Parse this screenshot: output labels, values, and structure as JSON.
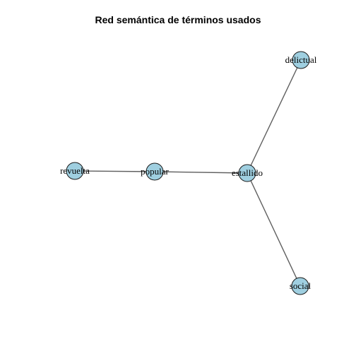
{
  "title": "Red semántica de términos usados",
  "colors": {
    "node_fill": "#9fcfe0",
    "node_stroke": "#1a1a1a",
    "edge": "#5f5f5f"
  },
  "nodes": [
    {
      "id": "delictual",
      "label": "delictual"
    },
    {
      "id": "revuelta",
      "label": "revuelta"
    },
    {
      "id": "popular",
      "label": "popular"
    },
    {
      "id": "estallido",
      "label": "estallido"
    },
    {
      "id": "social",
      "label": "social"
    }
  ],
  "edges": [
    {
      "from": "revuelta",
      "to": "popular"
    },
    {
      "from": "popular",
      "to": "estallido"
    },
    {
      "from": "estallido",
      "to": "delictual"
    },
    {
      "from": "estallido",
      "to": "social"
    }
  ]
}
